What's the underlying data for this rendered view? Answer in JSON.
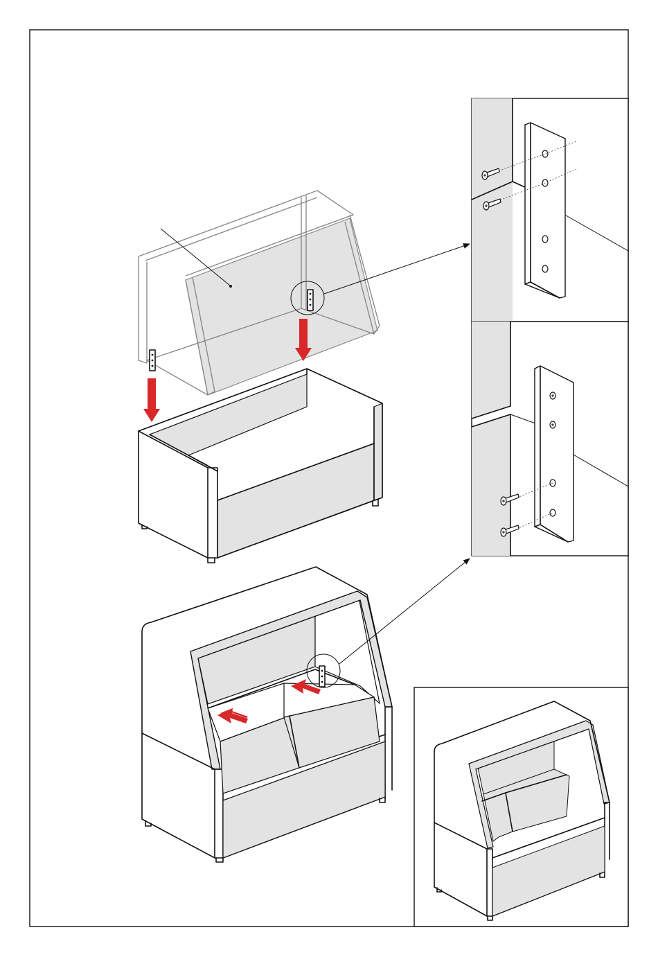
{
  "colors": {
    "panel_fill": "#e3e3e3",
    "arrow_red": "#d8282a",
    "outline": "#111111",
    "ghost_outline": "#8a8a8a",
    "background": "#ffffff"
  },
  "icons": [
    "red-down-arrow",
    "red-push-arrow",
    "callout-arrow",
    "screw",
    "metal-bracket-plate"
  ]
}
